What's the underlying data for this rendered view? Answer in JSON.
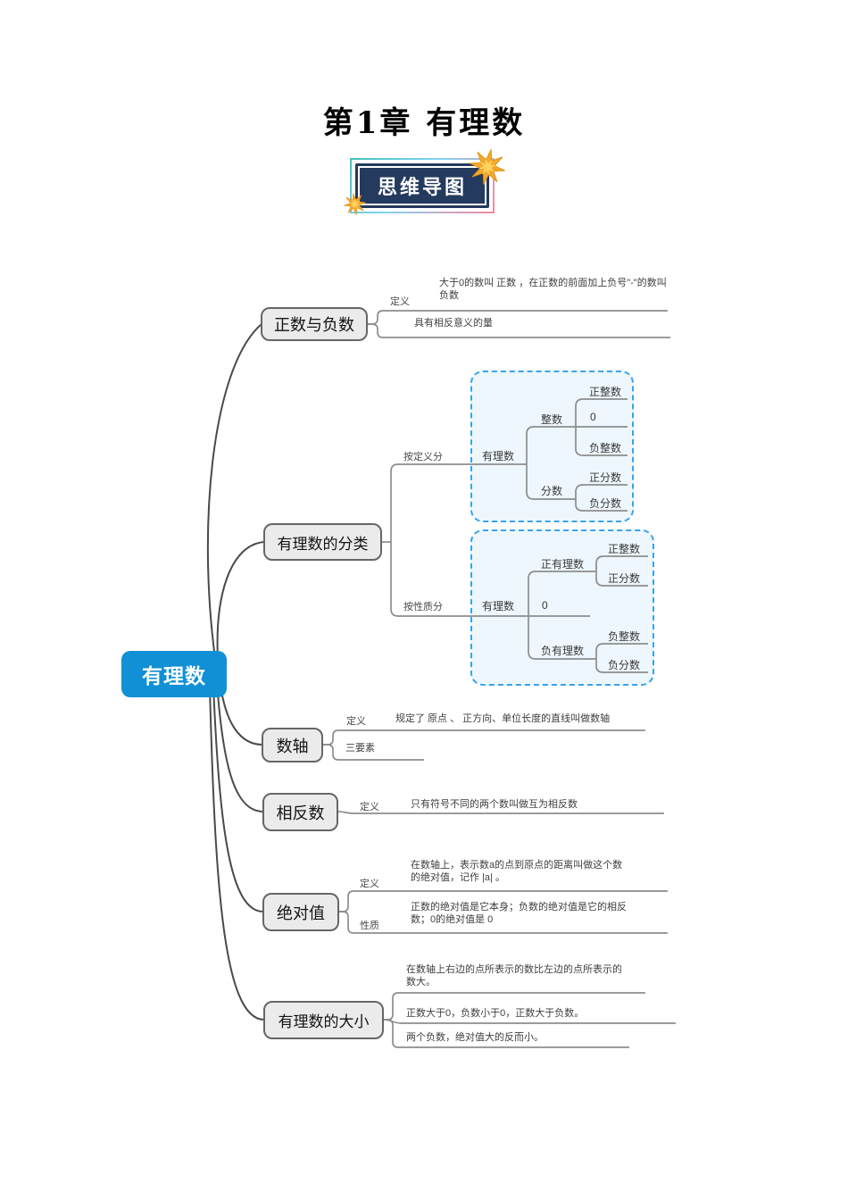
{
  "page": {
    "title": "第1章 有理数",
    "banner_label": "思维导图"
  },
  "colors": {
    "root_node_blue": "#1190d5",
    "branch_node_fill": "#ebebeb",
    "branch_node_border": "#666666",
    "dashed_box_border_blue": "#38a3e9",
    "dashed_box_fill": "#eef7fd",
    "banner_navy": "#243a5e",
    "star_orange": "#f5a82c",
    "connector_gray": "#8d8d8d"
  },
  "mindmap": {
    "root_label": "有理数",
    "branches": [
      {
        "label": "正数与负数",
        "children": [
          {
            "key": "定义",
            "text": "大于0的数叫 正数 ，在正数的前面加上负号\"-\"的数叫 负数"
          },
          {
            "text": "具有相反意义的量"
          }
        ]
      },
      {
        "label": "有理数的分类",
        "children": [
          {
            "key": "按定义分",
            "tree": {
              "label": "有理数",
              "children": [
                {
                  "label": "整数",
                  "children": [
                    {
                      "label": "正整数"
                    },
                    {
                      "label": "0"
                    },
                    {
                      "label": "负整数"
                    }
                  ]
                },
                {
                  "label": "分数",
                  "children": [
                    {
                      "label": "正分数"
                    },
                    {
                      "label": "负分数"
                    }
                  ]
                }
              ]
            }
          },
          {
            "key": "按性质分",
            "tree": {
              "label": "有理数",
              "children": [
                {
                  "label": "正有理数",
                  "children": [
                    {
                      "label": "正整数"
                    },
                    {
                      "label": "正分数"
                    }
                  ]
                },
                {
                  "label": "0"
                },
                {
                  "label": "负有理数",
                  "children": [
                    {
                      "label": "负整数"
                    },
                    {
                      "label": "负分数"
                    }
                  ]
                }
              ]
            }
          }
        ]
      },
      {
        "label": "数轴",
        "children": [
          {
            "key": "定义",
            "text": "规定了 原点 、 正方向、单位长度的直线叫做数轴"
          },
          {
            "text": "三要素"
          }
        ]
      },
      {
        "label": "相反数",
        "children": [
          {
            "key": "定义",
            "text": "只有符号不同的两个数叫做互为相反数"
          }
        ]
      },
      {
        "label": "绝对值",
        "children": [
          {
            "key": "定义",
            "text": "在数轴上，表示数a的点到原点的距离叫做这个数的绝对值，记作 |a| 。"
          },
          {
            "key": "性质",
            "text": "正数的绝对值是它本身；负数的绝对值是它的相反数；0的绝对值是 0"
          }
        ]
      },
      {
        "label": "有理数的大小",
        "children": [
          {
            "text": "在数轴上右边的点所表示的数比左边的点所表示的数大。"
          },
          {
            "text": "正数大于0，负数小于0，正数大于负数。"
          },
          {
            "text": "两个负数，绝对值大的反而小。"
          }
        ]
      }
    ]
  }
}
